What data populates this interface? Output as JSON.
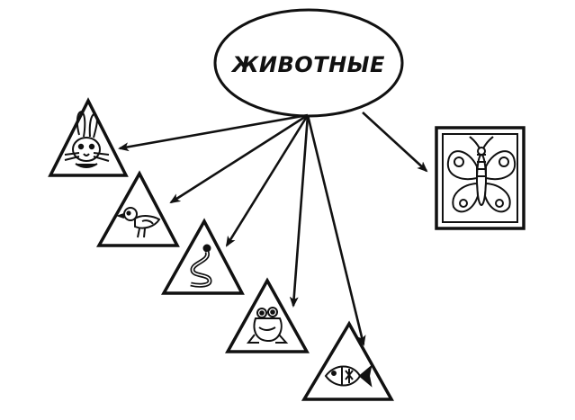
{
  "center": {
    "label": "ЖИВОТНЫЕ"
  },
  "categories": [
    {
      "icon": "rabbit-icon",
      "shape": "triangle"
    },
    {
      "icon": "bird-icon",
      "shape": "triangle"
    },
    {
      "icon": "worm-icon",
      "shape": "triangle"
    },
    {
      "icon": "frog-icon",
      "shape": "triangle"
    },
    {
      "icon": "fish-icon",
      "shape": "triangle"
    },
    {
      "icon": "butterfly-icon",
      "shape": "square"
    }
  ],
  "colors": {
    "ink": "#111111",
    "background": "#ffffff"
  }
}
